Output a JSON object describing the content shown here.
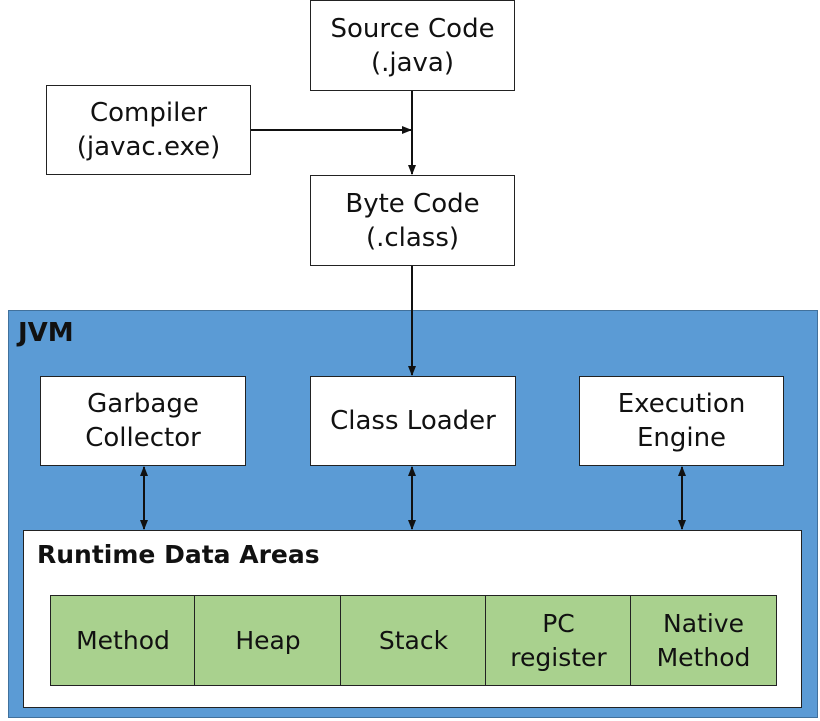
{
  "source_code": {
    "line1": "Source Code",
    "line2": "(.java)"
  },
  "compiler": {
    "line1": "Compiler",
    "line2": "(javac.exe)"
  },
  "byte_code": {
    "line1": "Byte Code",
    "line2": "(.class)"
  },
  "jvm": {
    "label": "JVM"
  },
  "garbage_collector": {
    "line1": "Garbage",
    "line2": "Collector"
  },
  "class_loader": {
    "label": "Class Loader"
  },
  "execution_engine": {
    "line1": "Execution",
    "line2": "Engine"
  },
  "runtime_data_areas": {
    "label": "Runtime Data Areas",
    "areas": [
      {
        "line1": "Method",
        "line2": ""
      },
      {
        "line1": "Heap",
        "line2": ""
      },
      {
        "line1": "Stack",
        "line2": ""
      },
      {
        "line1": "PC",
        "line2": "register"
      },
      {
        "line1": "Native",
        "line2": "Method"
      }
    ]
  },
  "colors": {
    "jvm_fill": "#5b9bd5",
    "area_fill": "#a9d18e",
    "box_fill": "#ffffff",
    "stroke": "#222222"
  }
}
